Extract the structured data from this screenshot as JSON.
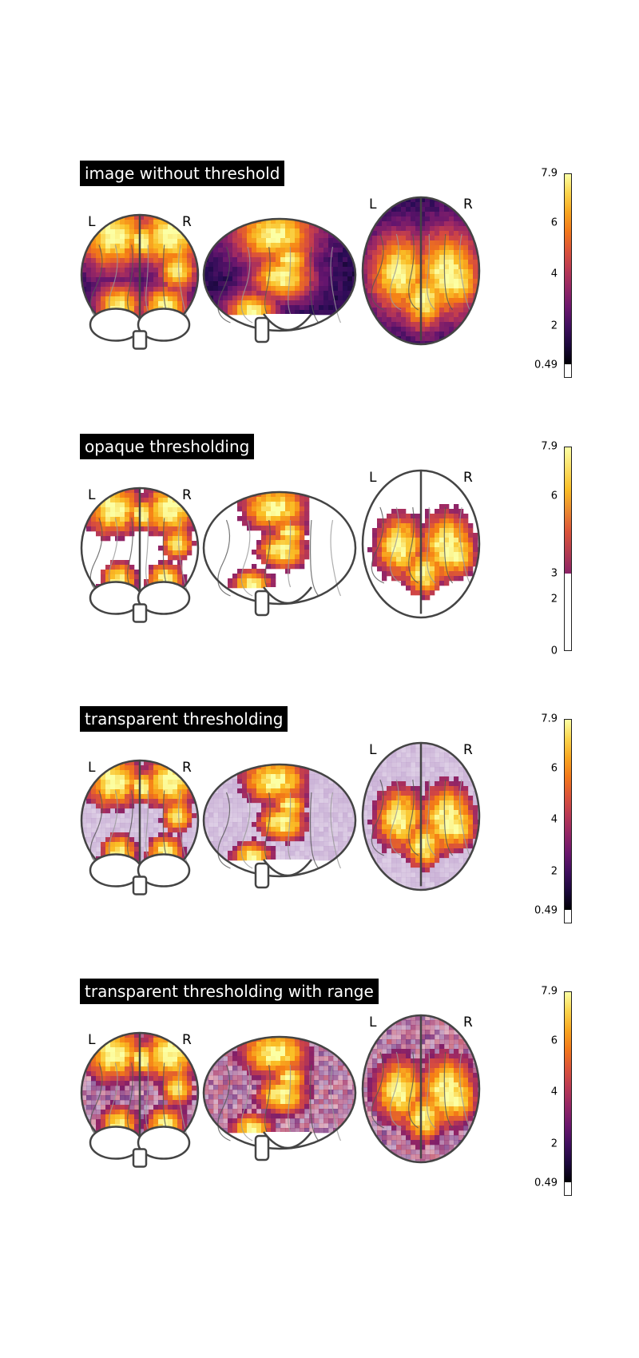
{
  "panels": [
    {
      "title": "image without threshold",
      "mode": "full",
      "labels": {
        "left": "L",
        "right": "R"
      },
      "colorbar": {
        "max": 7.9,
        "threshold": 0.49,
        "ticks": [
          "7.9",
          "6",
          "4",
          "2",
          "0.49"
        ],
        "tick_values": [
          7.9,
          6,
          4,
          2,
          0.49
        ],
        "min": 0
      }
    },
    {
      "title": "opaque thresholding",
      "mode": "opaque",
      "labels": {
        "left": "L",
        "right": "R"
      },
      "colorbar": {
        "max": 7.9,
        "threshold": 3,
        "ticks": [
          "7.9",
          "6",
          "3",
          "2",
          "0"
        ],
        "tick_values": [
          7.9,
          6,
          3,
          2,
          0
        ],
        "min": 0
      }
    },
    {
      "title": "transparent thresholding",
      "mode": "transparent",
      "labels": {
        "left": "L",
        "right": "R"
      },
      "colorbar": {
        "max": 7.9,
        "threshold": 0.49,
        "ticks": [
          "7.9",
          "6",
          "4",
          "2",
          "0.49"
        ],
        "tick_values": [
          7.9,
          6,
          4,
          2,
          0.49
        ],
        "min": 0
      }
    },
    {
      "title": "transparent thresholding with range",
      "mode": "range",
      "labels": {
        "left": "L",
        "right": "R"
      },
      "colorbar": {
        "max": 7.9,
        "threshold": 0.49,
        "ticks": [
          "7.9",
          "6",
          "4",
          "2",
          "0.49"
        ],
        "tick_values": [
          7.9,
          6,
          4,
          2,
          0.49
        ],
        "min": 0
      }
    }
  ],
  "colormap": "inferno"
}
